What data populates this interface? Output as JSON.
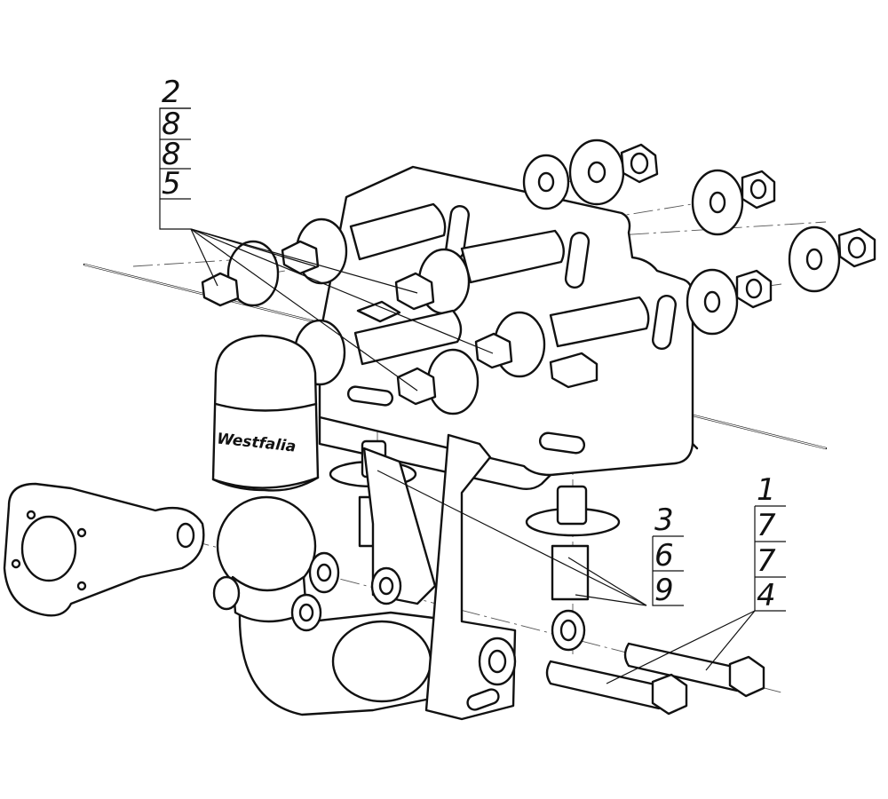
{
  "callouts": [
    {
      "id": "callout-top-left",
      "labels": [
        "2",
        "8",
        "8",
        "5"
      ]
    },
    {
      "id": "callout-middle-right",
      "labels": [
        "3",
        "6",
        "9"
      ]
    },
    {
      "id": "callout-bottom-right",
      "labels": [
        "1",
        "7",
        "7",
        "4"
      ]
    }
  ],
  "brand_text": "Westfalia"
}
